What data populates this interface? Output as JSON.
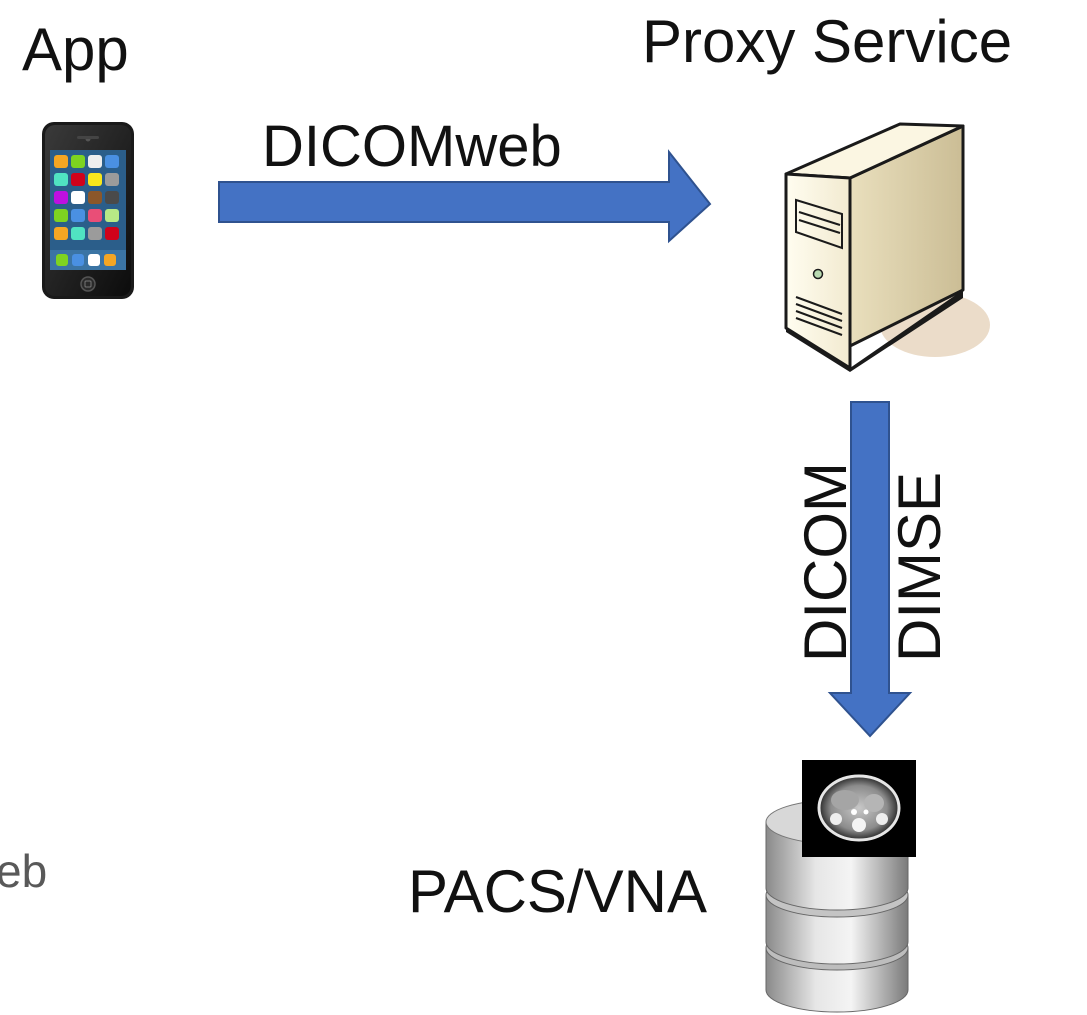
{
  "nodes": {
    "app": {
      "label": "App",
      "icon": "smartphone-icon"
    },
    "proxy": {
      "label": "Proxy Service",
      "icon": "server-tower-icon"
    },
    "pacs": {
      "label": "PACS/VNA",
      "icon": "database-stack-icon",
      "thumbnail": "ct-scan-image"
    }
  },
  "edges": {
    "app_to_proxy": {
      "label": "DICOMweb",
      "color": "#4472C4"
    },
    "proxy_to_pacs": {
      "label_line1": "DICOM",
      "label_line2": "DIMSE",
      "color": "#4472C4"
    }
  },
  "partial_text": "eb",
  "colors": {
    "arrow": "#4472C4",
    "arrow_border": "#2F528F"
  }
}
